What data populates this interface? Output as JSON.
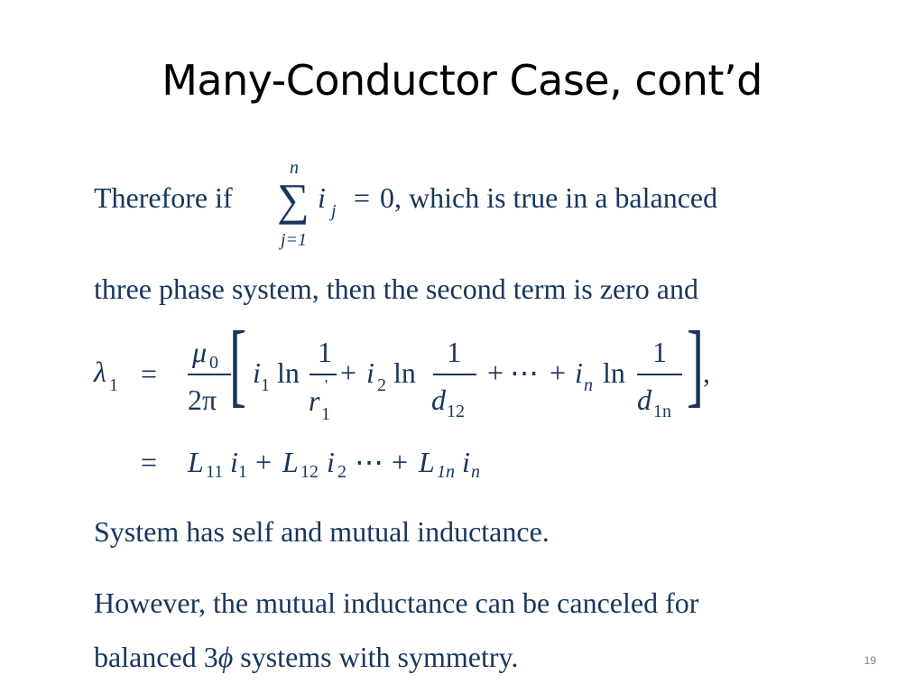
{
  "title": "Many-Conductor Case, cont’d",
  "line1": {
    "before": "Therefore if",
    "sum_upper": "n",
    "sum_symbol": "∑",
    "sum_lower": "j=1",
    "summand": "i",
    "summand_sub": "j",
    "equals": "=",
    "zero": "0",
    "after": ", which is true in a balanced"
  },
  "line2": "three phase system, then the second term is zero and",
  "equation1": {
    "lhs": "λ",
    "lhs_sub": "1",
    "eq": "=",
    "mu": "μ",
    "mu_sub": "0",
    "two_pi": "2π",
    "i1": "i",
    "i1_sub": "1",
    "ln": "ln",
    "one": "1",
    "r": "r",
    "r_prime": "'",
    "r_sub": "1",
    "plus": "+",
    "i2": "i",
    "i2_sub": "2",
    "d12": "d",
    "d12_sub": "12",
    "dots": "⋯",
    "in": "i",
    "in_sub": "n",
    "d1n": "d",
    "d1n_sub": "1n",
    "comma": ","
  },
  "equation2": {
    "eq": "=",
    "L": "L",
    "L11_sub": "11",
    "i1_sub": "1",
    "L12_sub": "12",
    "i2_sub": "2",
    "L1n_sub": "1n",
    "in_sub": "n",
    "i": "i",
    "plus": "+",
    "dots": "⋯"
  },
  "line3": "System has self and mutual inductance.",
  "line4": "However, the mutual inductance can be canceled for",
  "line5_before": "balanced 3",
  "line5_phi": "ϕ",
  "line5_after": " systems with symmetry.",
  "page_number": "19"
}
